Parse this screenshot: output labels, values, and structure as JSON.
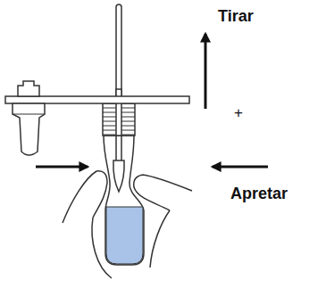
{
  "diagram": {
    "labels": [
      "Tirar",
      "+",
      "Apretar"
    ]
  }
}
